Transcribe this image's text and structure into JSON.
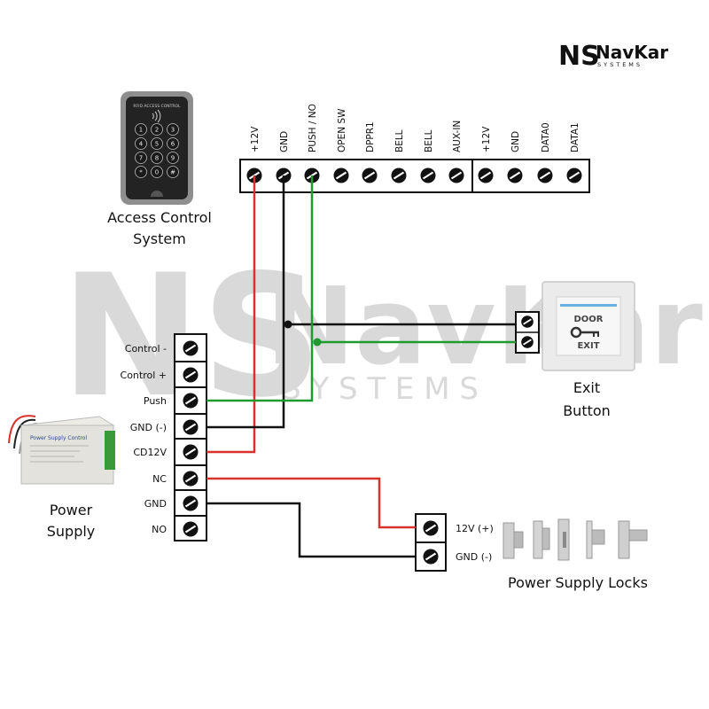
{
  "brand": {
    "name": "NavKar",
    "tagline": "SYSTEMS",
    "mark": "NS"
  },
  "watermark": {
    "mark": "NS",
    "name": "NavKar",
    "tagline": "S Y S T E M S"
  },
  "access_control": {
    "caption_line1": "Access Control",
    "caption_line2": "System",
    "device_header": "RFID ACCESS CONTROL",
    "keys": [
      "1",
      "2",
      "3",
      "4",
      "5",
      "6",
      "7",
      "8",
      "9",
      "*",
      "0",
      "#"
    ],
    "terminals": [
      "+12V",
      "GND",
      "PUSH / NO",
      "OPEN SW",
      "DPPR1",
      "BELL",
      "BELL",
      "AUX-IN",
      "+12V",
      "GND",
      "DATA0",
      "DATA1"
    ]
  },
  "power_supply": {
    "caption_line1": "Power",
    "caption_line2": "Supply",
    "device_title": "Power Supply Control",
    "terminals": [
      "Control -",
      "Control +",
      "Push",
      "GND (-)",
      "CD12V",
      "NC",
      "GND",
      "NO"
    ]
  },
  "exit_button": {
    "caption_line1": "Exit",
    "caption_line2": "Button",
    "plate_top": "DOOR",
    "plate_bottom": "EXIT"
  },
  "locks": {
    "caption": "Power Supply Locks",
    "terminals": [
      "12V (+)",
      "GND (-)"
    ]
  },
  "colors": {
    "red_wire": "#d9322b",
    "black_wire": "#111111",
    "green_wire": "#1e9a2e"
  }
}
